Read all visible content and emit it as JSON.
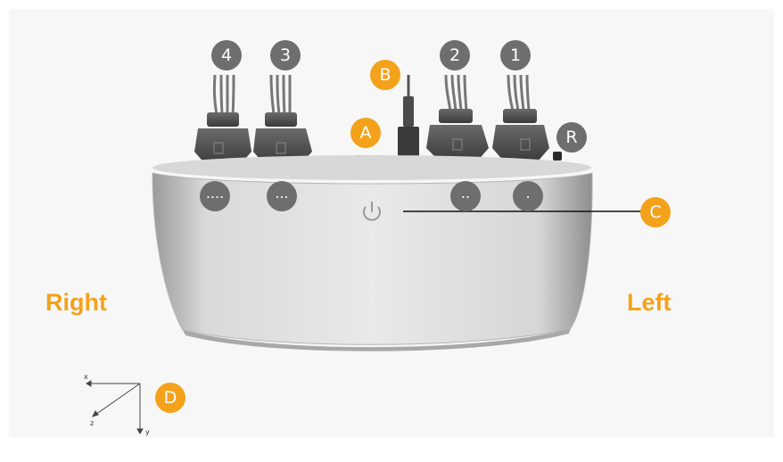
{
  "badges": {
    "port_4": "4",
    "port_3": "3",
    "port_2": "2",
    "port_1": "1",
    "a": "A",
    "b": "B",
    "c": "C",
    "d": "D",
    "r": "R"
  },
  "led_dots": {
    "four": "....",
    "three": "...",
    "two": "..",
    "one": "."
  },
  "labels": {
    "right": "Right",
    "left": "Left"
  },
  "axes": {
    "x": "x",
    "y": "y",
    "z": "z"
  },
  "colors": {
    "accent": "#f4a21c",
    "badge_gray": "#6e6e6e"
  }
}
